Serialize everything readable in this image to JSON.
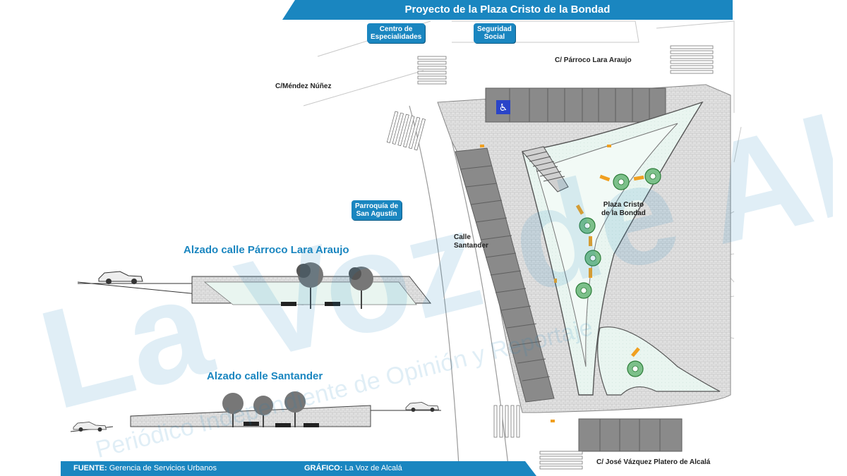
{
  "header": {
    "title": "Proyecto de la Plaza Cristo de la Bondad"
  },
  "landmarks": {
    "centro": [
      "Centro de",
      "Especialidades"
    ],
    "seguridad": [
      "Seguridad",
      "Social"
    ],
    "parroquia": [
      "Parroquía de",
      "San Agustín"
    ]
  },
  "streets": {
    "parroco": "C/ Párroco Lara Araujo",
    "mendez": "C/Méndez Núñez",
    "santander": [
      "Calle",
      "Santander"
    ],
    "jose": "C/ José Vázquez Platero de Alcalá"
  },
  "plaza": {
    "label": [
      "Plaza Cristo",
      "de la Bondad"
    ]
  },
  "elevations": {
    "parroco_title": "Alzado calle Párroco Lara Araujo",
    "santander_title": "Alzado calle Santander"
  },
  "footer": {
    "fuente_label": "FUENTE:",
    "fuente_value": "Gerencia de Servicios Urbanos",
    "grafico_label": "GRÁFICO:",
    "grafico_value": "La Voz de Alcalá"
  },
  "watermark": {
    "main": "La Voz de Alcalá",
    "sub": "Periódico Independiente de Opinión y Reportaje"
  },
  "colors": {
    "accent": "#1a86c0",
    "parking": "#8a8a8a",
    "green": "#e6f3ee",
    "paving": "#dcdcdc",
    "bench": "#f0a020"
  }
}
